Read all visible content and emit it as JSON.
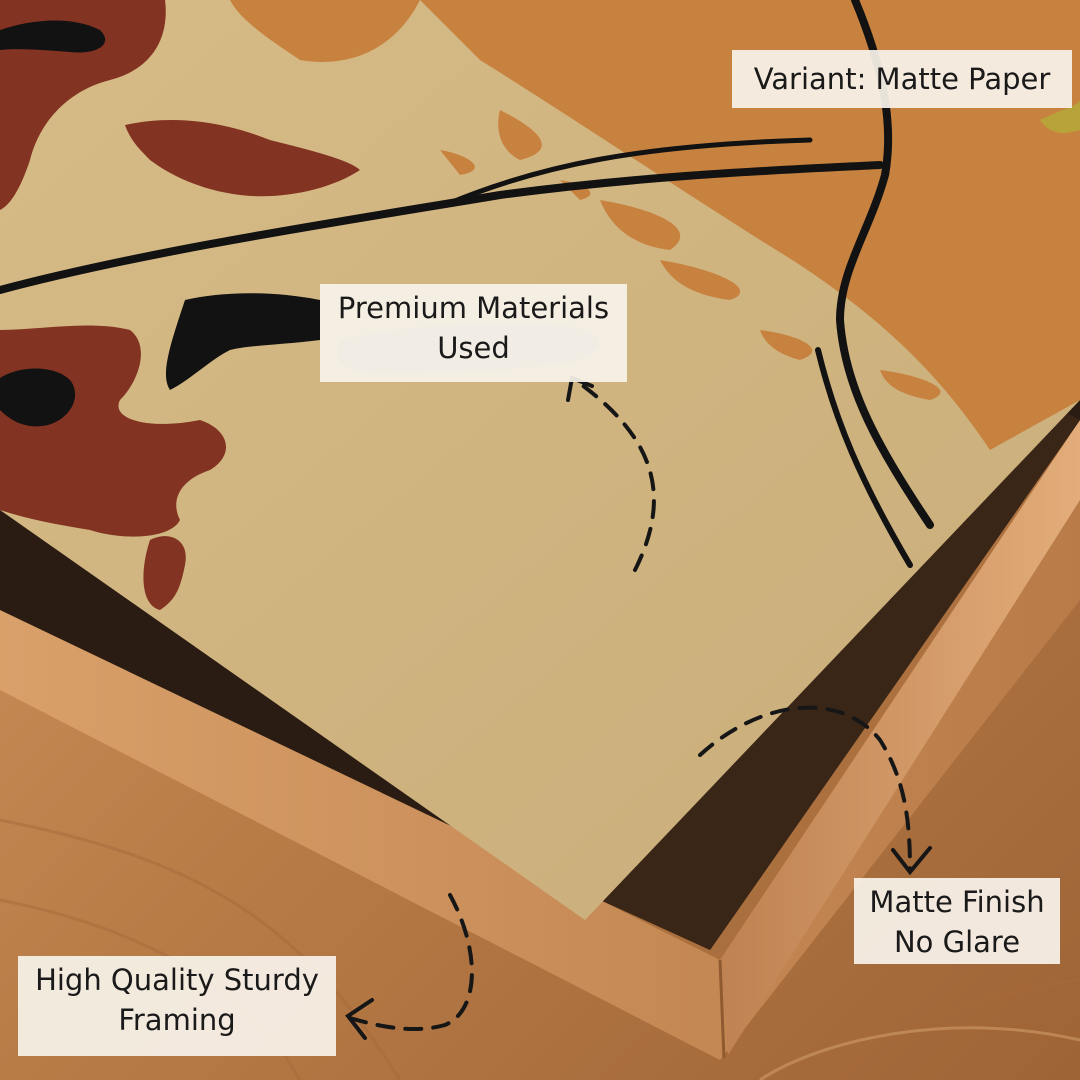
{
  "labels": {
    "variant": "Variant: Matte Paper",
    "premium_line1": "Premium Materials",
    "premium_line2": "Used",
    "matte_line1": "Matte Finish",
    "matte_line2": "No Glare",
    "framing_line1": "High Quality Sturdy",
    "framing_line2": "Framing"
  },
  "colors": {
    "poster_light": "#d3b582",
    "poster_orange": "#c8823f",
    "poster_red": "#833322",
    "ink_black": "#121212",
    "frame_wood": "#c98e5a",
    "table_wood": "#c28957",
    "label_bg": "#f7f2ea"
  }
}
